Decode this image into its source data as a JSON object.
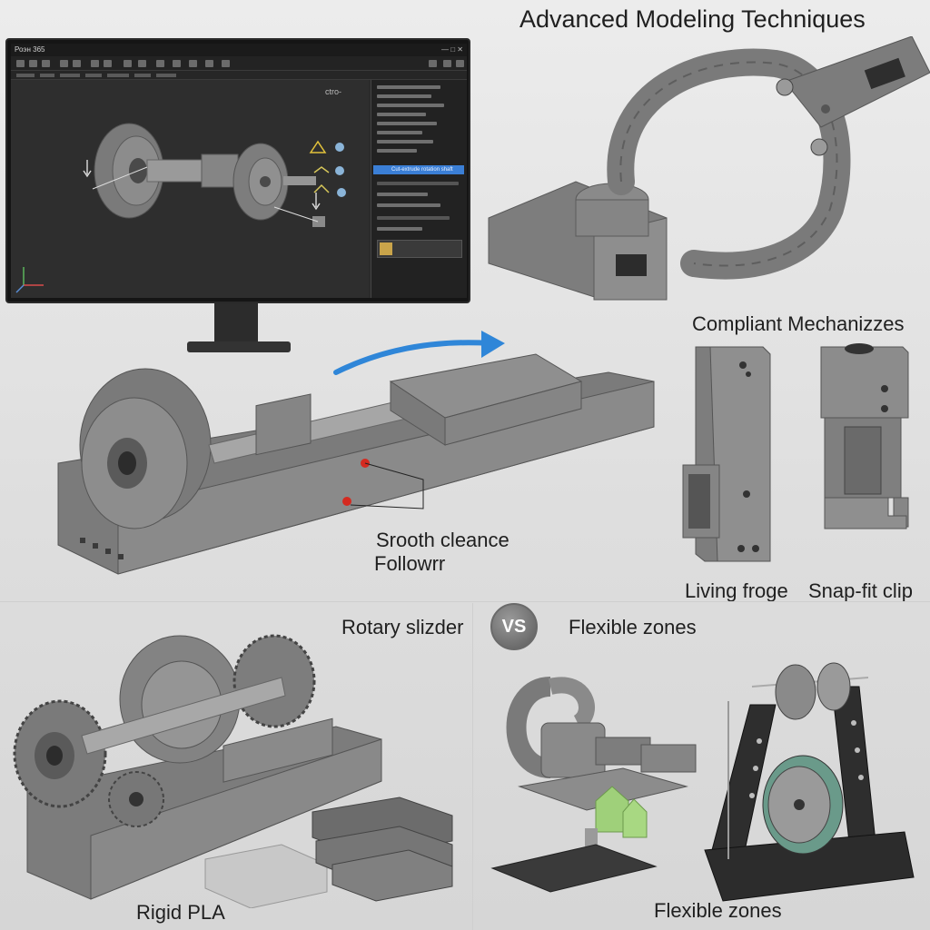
{
  "header": {
    "title": "Advanced Modeling Techniques"
  },
  "cad_window": {
    "title": "Роэн 365",
    "viewport_label": "ctro-",
    "selected_feature": "Cut-extrude rotation shaft"
  },
  "labels": {
    "compliant": "Compliant Mechanizzes",
    "clearance_line1": "Srooth cleance",
    "clearance_line2": "Followrr",
    "living_hinge": "Living froge",
    "snap_fit": "Snap-fit clip",
    "rotary": "Rotary slizder",
    "vs": "VS",
    "flexible_top": "Flexible zones",
    "rigid_pla": "Rigid PLA",
    "flexible_bottom": "Flexible zones"
  },
  "colors": {
    "accent_blue": "#2f86d8",
    "marker_red": "#d42a20",
    "print_gray": "#7d7d7d",
    "green_part": "#9fd07a"
  },
  "icons": [
    "arrow-icon",
    "axis-triad-icon",
    "constraint-icon"
  ]
}
